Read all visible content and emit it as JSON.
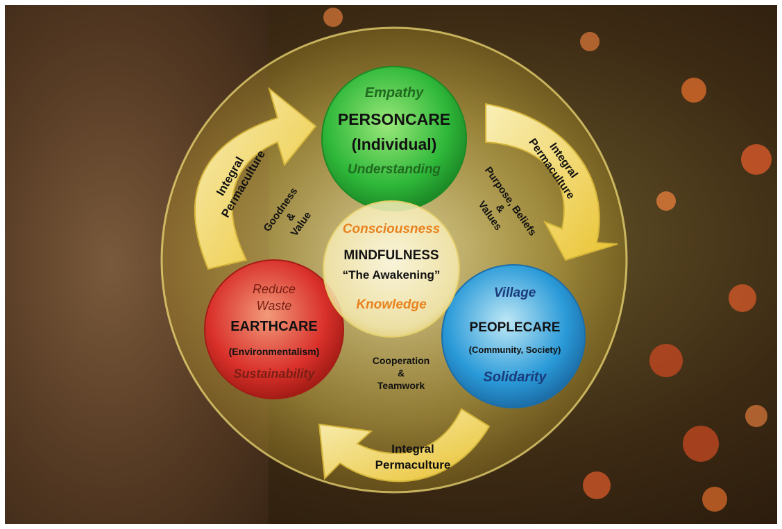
{
  "diagram": {
    "center": {
      "top_word": "Consciousness",
      "title": "MINDFULNESS",
      "subtitle": "“The Awakening”",
      "bottom_word": "Knowledge"
    },
    "personcare": {
      "top_word": "Empathy",
      "title_line1": "PERSONCARE",
      "title_line2": "(Individual)",
      "bottom_word": "Understanding"
    },
    "earthcare": {
      "top_word_line1": "Reduce",
      "top_word_line2": "Waste",
      "title": "EARTHCARE",
      "subtitle": "(Environmentalism)",
      "bottom_word": "Sustainability"
    },
    "peoplecare": {
      "top_word": "Village",
      "title": "PEOPLECARE",
      "subtitle": "(Community, Society)",
      "bottom_word": "Solidarity"
    },
    "arrows": {
      "left": {
        "line1": "Integral",
        "line2": "Permaculture"
      },
      "right": {
        "line1": "Integral",
        "line2": "Permaculture"
      },
      "bottom": {
        "line1": "Integral",
        "line2": "Permaculture"
      }
    },
    "connectors": {
      "left": {
        "line1": "Goodness",
        "line2": "&",
        "line3": "Value"
      },
      "right": {
        "line1": "Purpose, Beliefs",
        "line2": "&",
        "line3": "Values"
      },
      "bottom": {
        "line1": "Cooperation",
        "line2": "&",
        "line3": "Teamwork"
      }
    },
    "colors": {
      "personcare": "#2fb83a",
      "earthcare": "#d9302a",
      "peoplecare": "#2a9ad8",
      "center": "#f6f0c0",
      "arrow": "#f4dc5c",
      "accent_orange": "#e8821e",
      "accent_green": "#1f7a1f",
      "accent_darkred": "#7a1f14",
      "accent_navy": "#1a3a7a"
    }
  }
}
